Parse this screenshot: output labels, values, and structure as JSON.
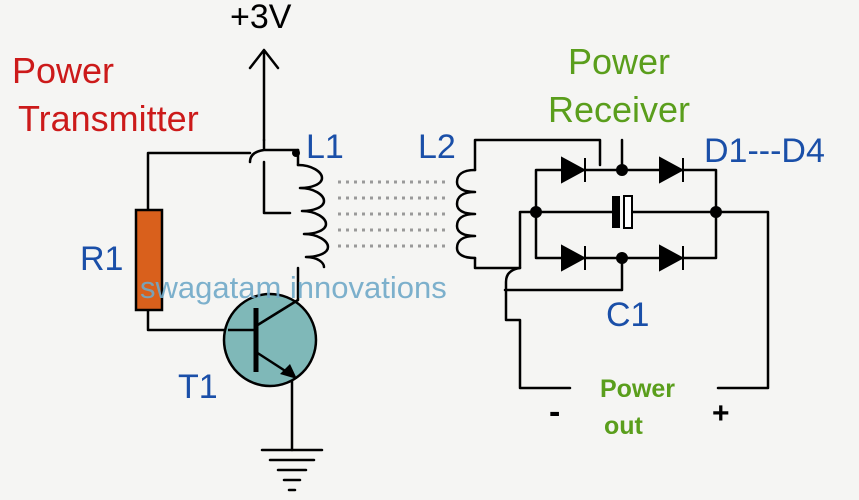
{
  "labels": {
    "supply": "+3V",
    "transmitter_line1": "Power",
    "transmitter_line2": "Transmitter",
    "receiver_line1": "Power",
    "receiver_line2": "Receiver",
    "l1": "L1",
    "l2": "L2",
    "r1": "R1",
    "t1": "T1",
    "c1": "C1",
    "diodes": "D1---D4",
    "watermark": "swagatam innovations",
    "out_line1": "Power",
    "out_line2": "out",
    "minus": "-",
    "plus": "+"
  },
  "colors": {
    "transmitter_text": "#cc1a1a",
    "receiver_text": "#5a9e1c",
    "label_blue": "#1a4fa8",
    "resistor": "#d9601c",
    "transistor": "#7fb8b8",
    "watermark": "#6fa8c8",
    "wire": "#000000",
    "coupling": "#9a9a9a"
  }
}
